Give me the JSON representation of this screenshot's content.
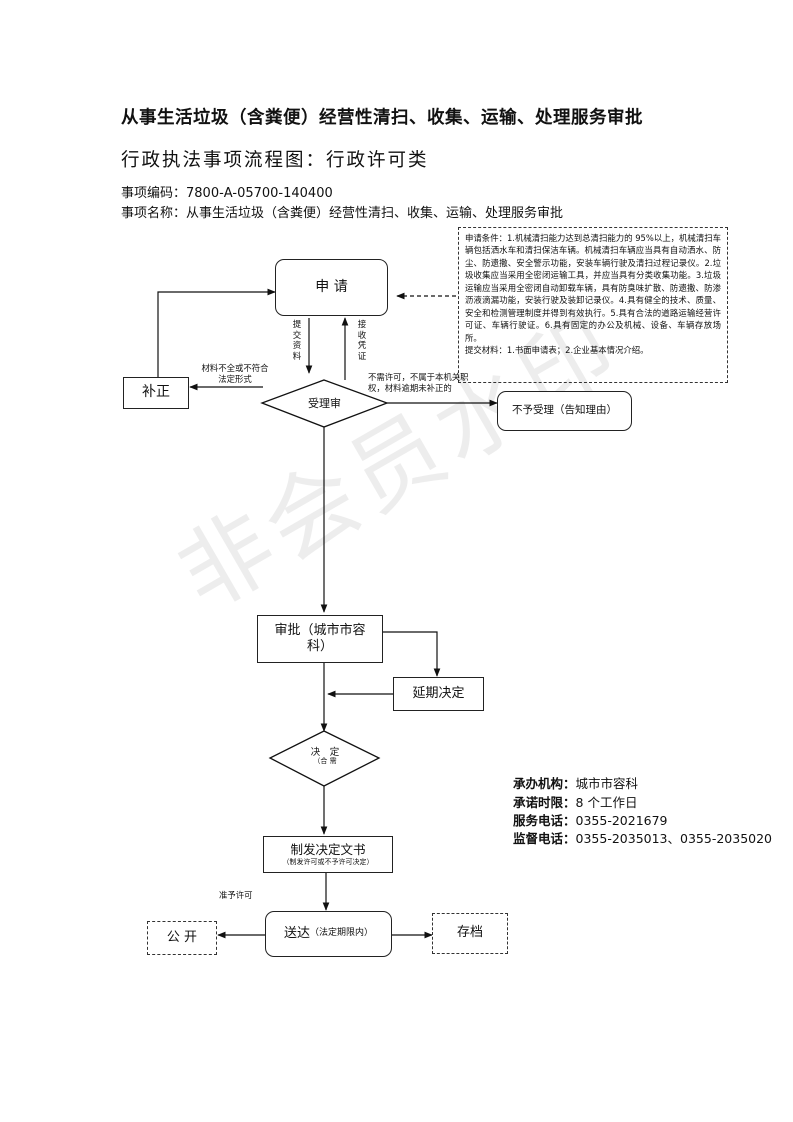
{
  "title": "从事生活垃圾（含粪便）经营性清扫、收集、运输、处理服务审批",
  "subtitle": "行政执法事项流程图：行政许可类",
  "item_code": "事项编码：7800-A-05700-140400",
  "item_name": "事项名称：从事生活垃圾（含粪便）经营性清扫、收集、运输、处理服务审批",
  "watermark": "非会员水印",
  "conditions": "申请条件：1.机械清扫能力达到总清扫能力的 95%以上，机械清扫车辆包括洒水车和清扫保洁车辆。机械清扫车辆应当具有自动洒水、防尘、防遗撒、安全警示功能，安装车辆行驶及清扫过程记录仪。2.垃圾收集应当采用全密闭运输工具，并应当具有分类收集功能。3.垃圾运输应当采用全密闭自动卸载车辆，具有防臭味扩散、防遗撒、防渗沥液滴漏功能，安装行驶及装卸记录仪。4.具有健全的技术、质量、安全和检测管理制度并得到有效执行。5.具有合法的道路运输经营许可证、车辆行驶证。6.具有固定的办公及机械、设备、车辆存放场所。",
  "materials": "提交材料：1.书面申请表；2.企业基本情况介绍。",
  "nodes": {
    "apply": "申 请",
    "accept": "受理审",
    "correct": "补正",
    "reject": "不予受理（告知理由）",
    "approve": "审批（城市市容科）",
    "delay": "延期决定",
    "decide": "决　定",
    "decide_sub": "（合 需",
    "issue": "制发决定文书",
    "issue_sub": "（制发许可或不予许可决定）",
    "deliver": "送达",
    "deliver_sub": "（法定期限内）",
    "publish": "公 开",
    "archive": "存档"
  },
  "labels": {
    "submit": "提交资料",
    "receipt": "接收凭证",
    "incomplete": "材料不全或不符合法定形式",
    "not_accept": "不需许可，不属于本机关职权，材料逾期未补正的",
    "grant": "准予许可"
  },
  "info": {
    "org_label": "承办机构：",
    "org": "城市市容科",
    "time_label": "承诺时限：",
    "time": "8 个工作日",
    "phone_label": "服务电话：",
    "phone": "0355-2021679",
    "supervise_label": "监督电话：",
    "supervise": "0355-2035013、0355-2035020"
  }
}
